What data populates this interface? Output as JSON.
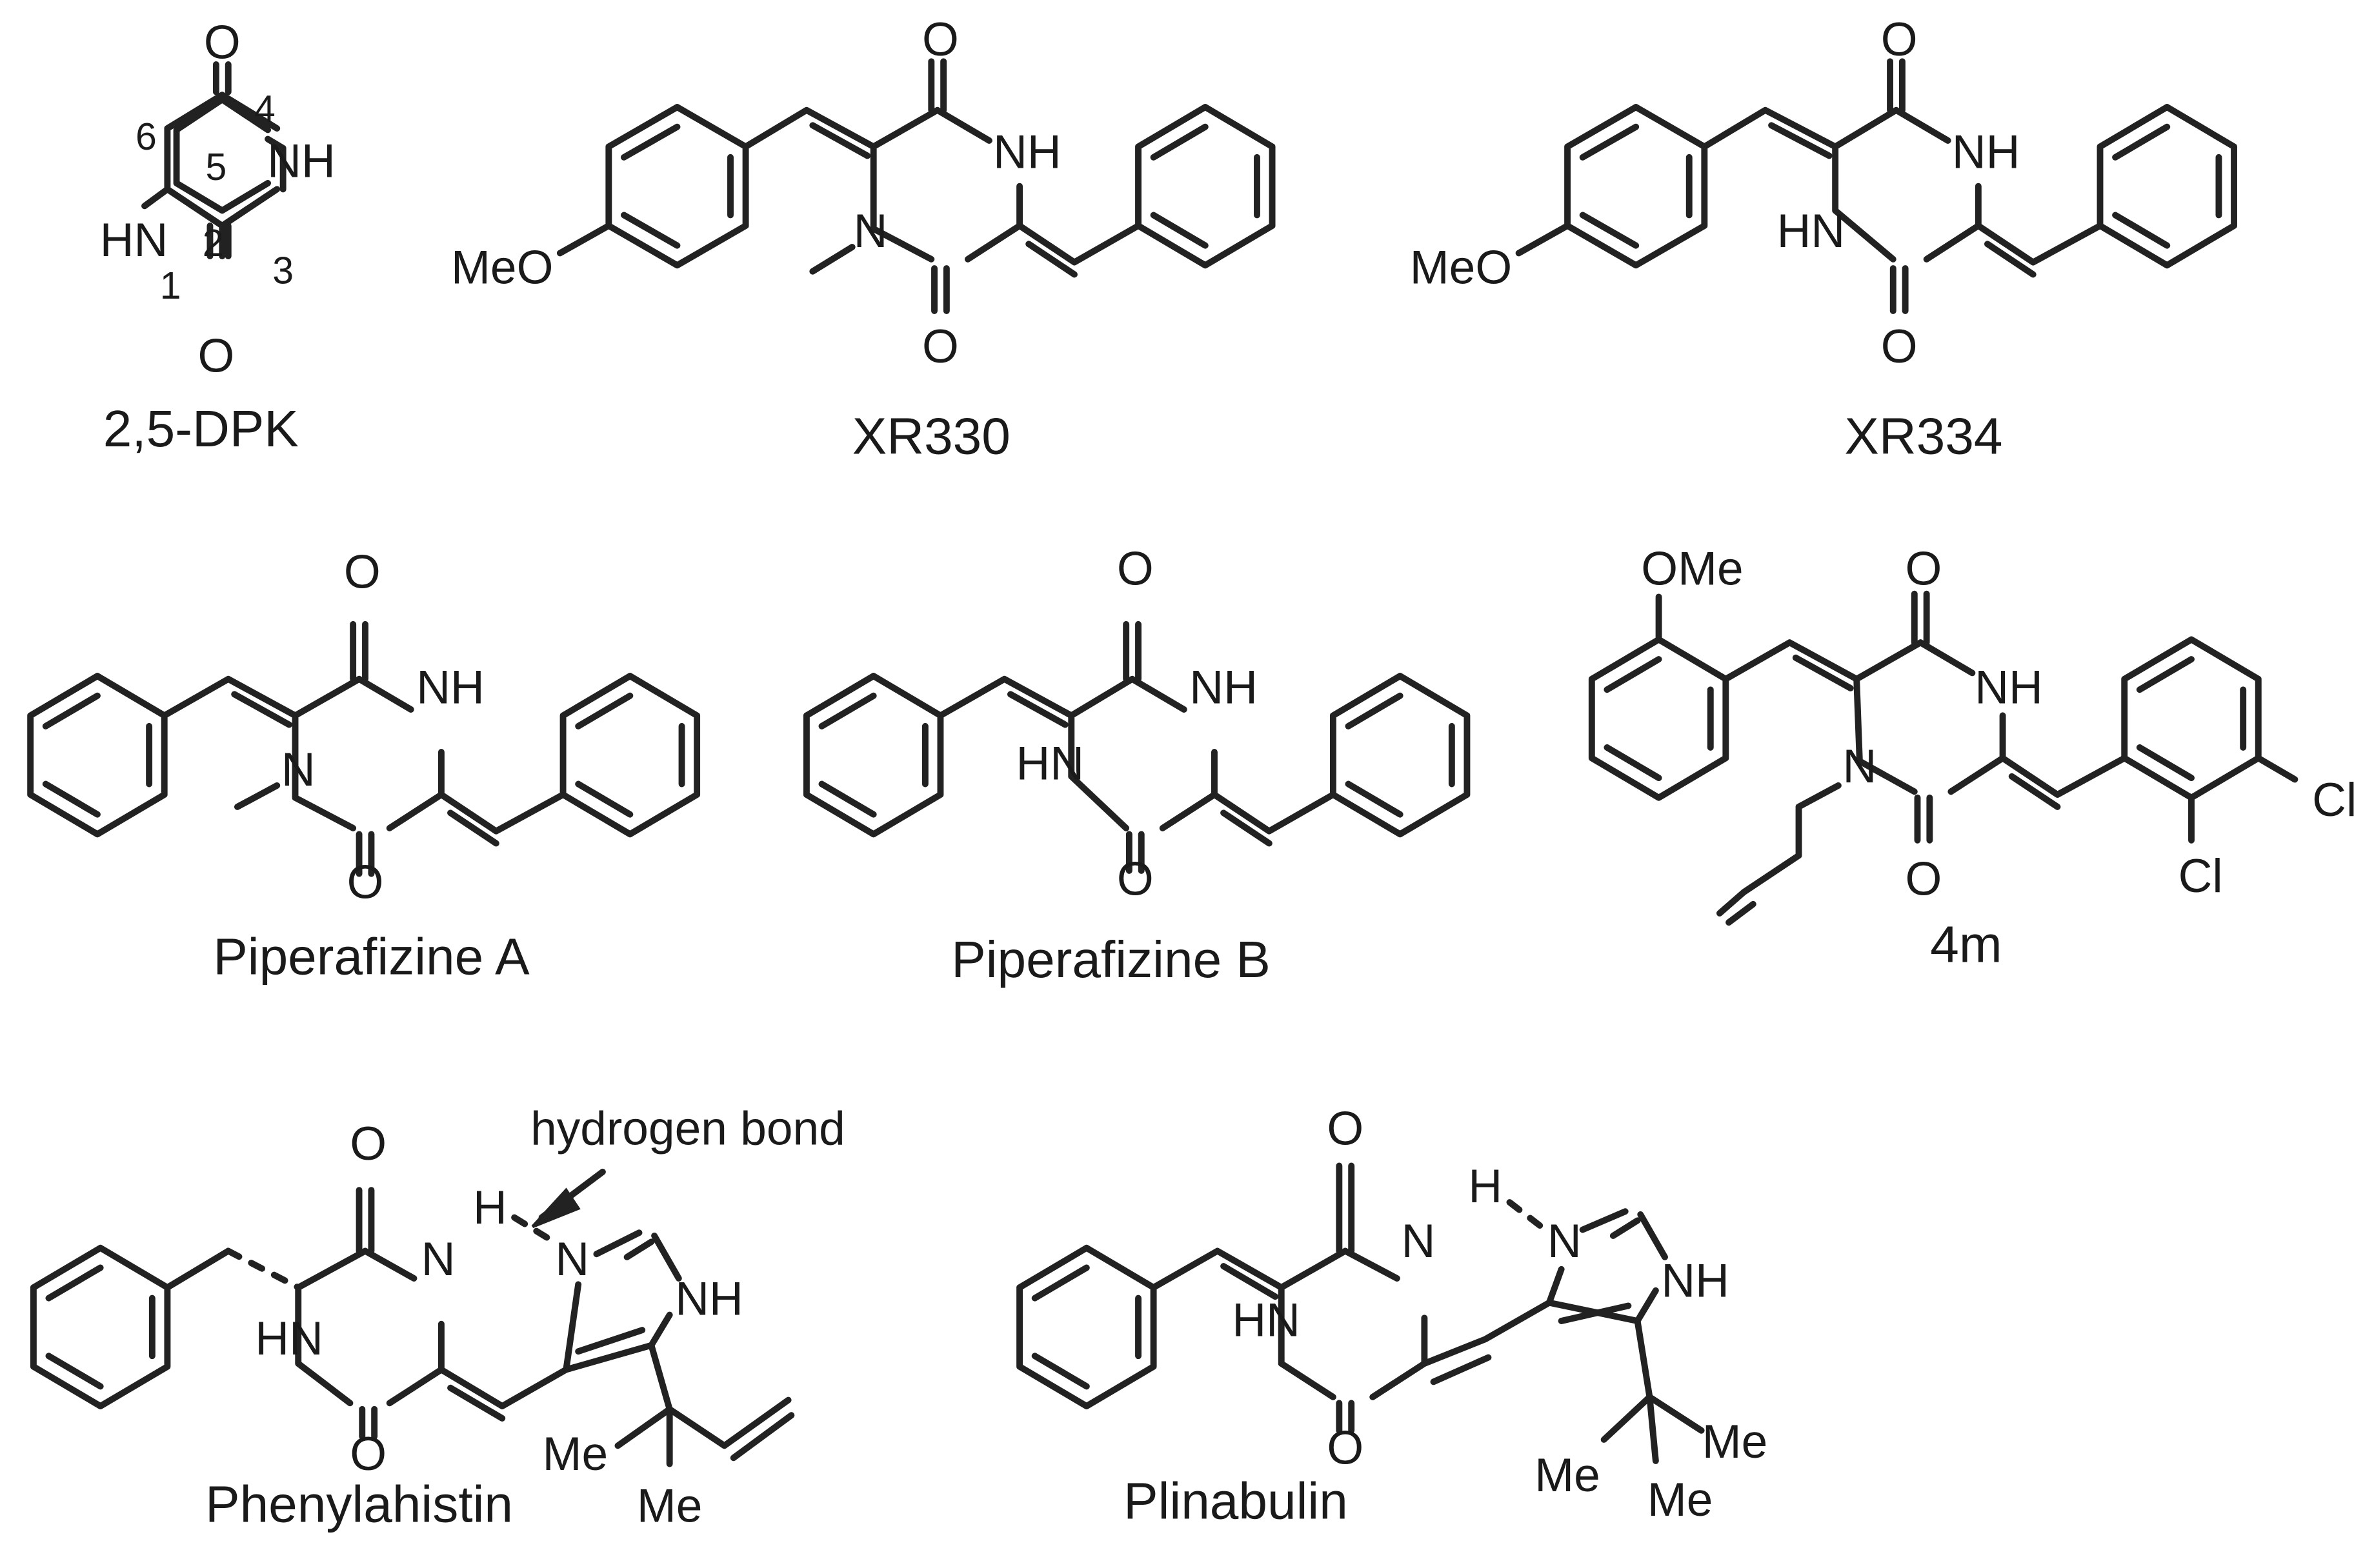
{
  "compounds": [
    {
      "id": "dpk",
      "name": "2,5-DPK",
      "ring_positions": [
        "1",
        "2",
        "3",
        "4",
        "5",
        "6"
      ]
    },
    {
      "id": "xr330",
      "name": "XR330"
    },
    {
      "id": "xr334",
      "name": "XR334"
    },
    {
      "id": "pipA",
      "name": "Piperafizine A"
    },
    {
      "id": "pipB",
      "name": "Piperafizine B"
    },
    {
      "id": "m4",
      "name": "4m"
    },
    {
      "id": "phen",
      "name": "Phenylahistin"
    },
    {
      "id": "plin",
      "name": "Plinabulin"
    }
  ],
  "atoms": {
    "O": "O",
    "N": "N",
    "NH": "NH",
    "HN": "HN",
    "H": "H",
    "Cl": "Cl",
    "MeO": "MeO",
    "OMe": "OMe",
    "Me": "Me"
  },
  "annotation": "hydrogen bond"
}
